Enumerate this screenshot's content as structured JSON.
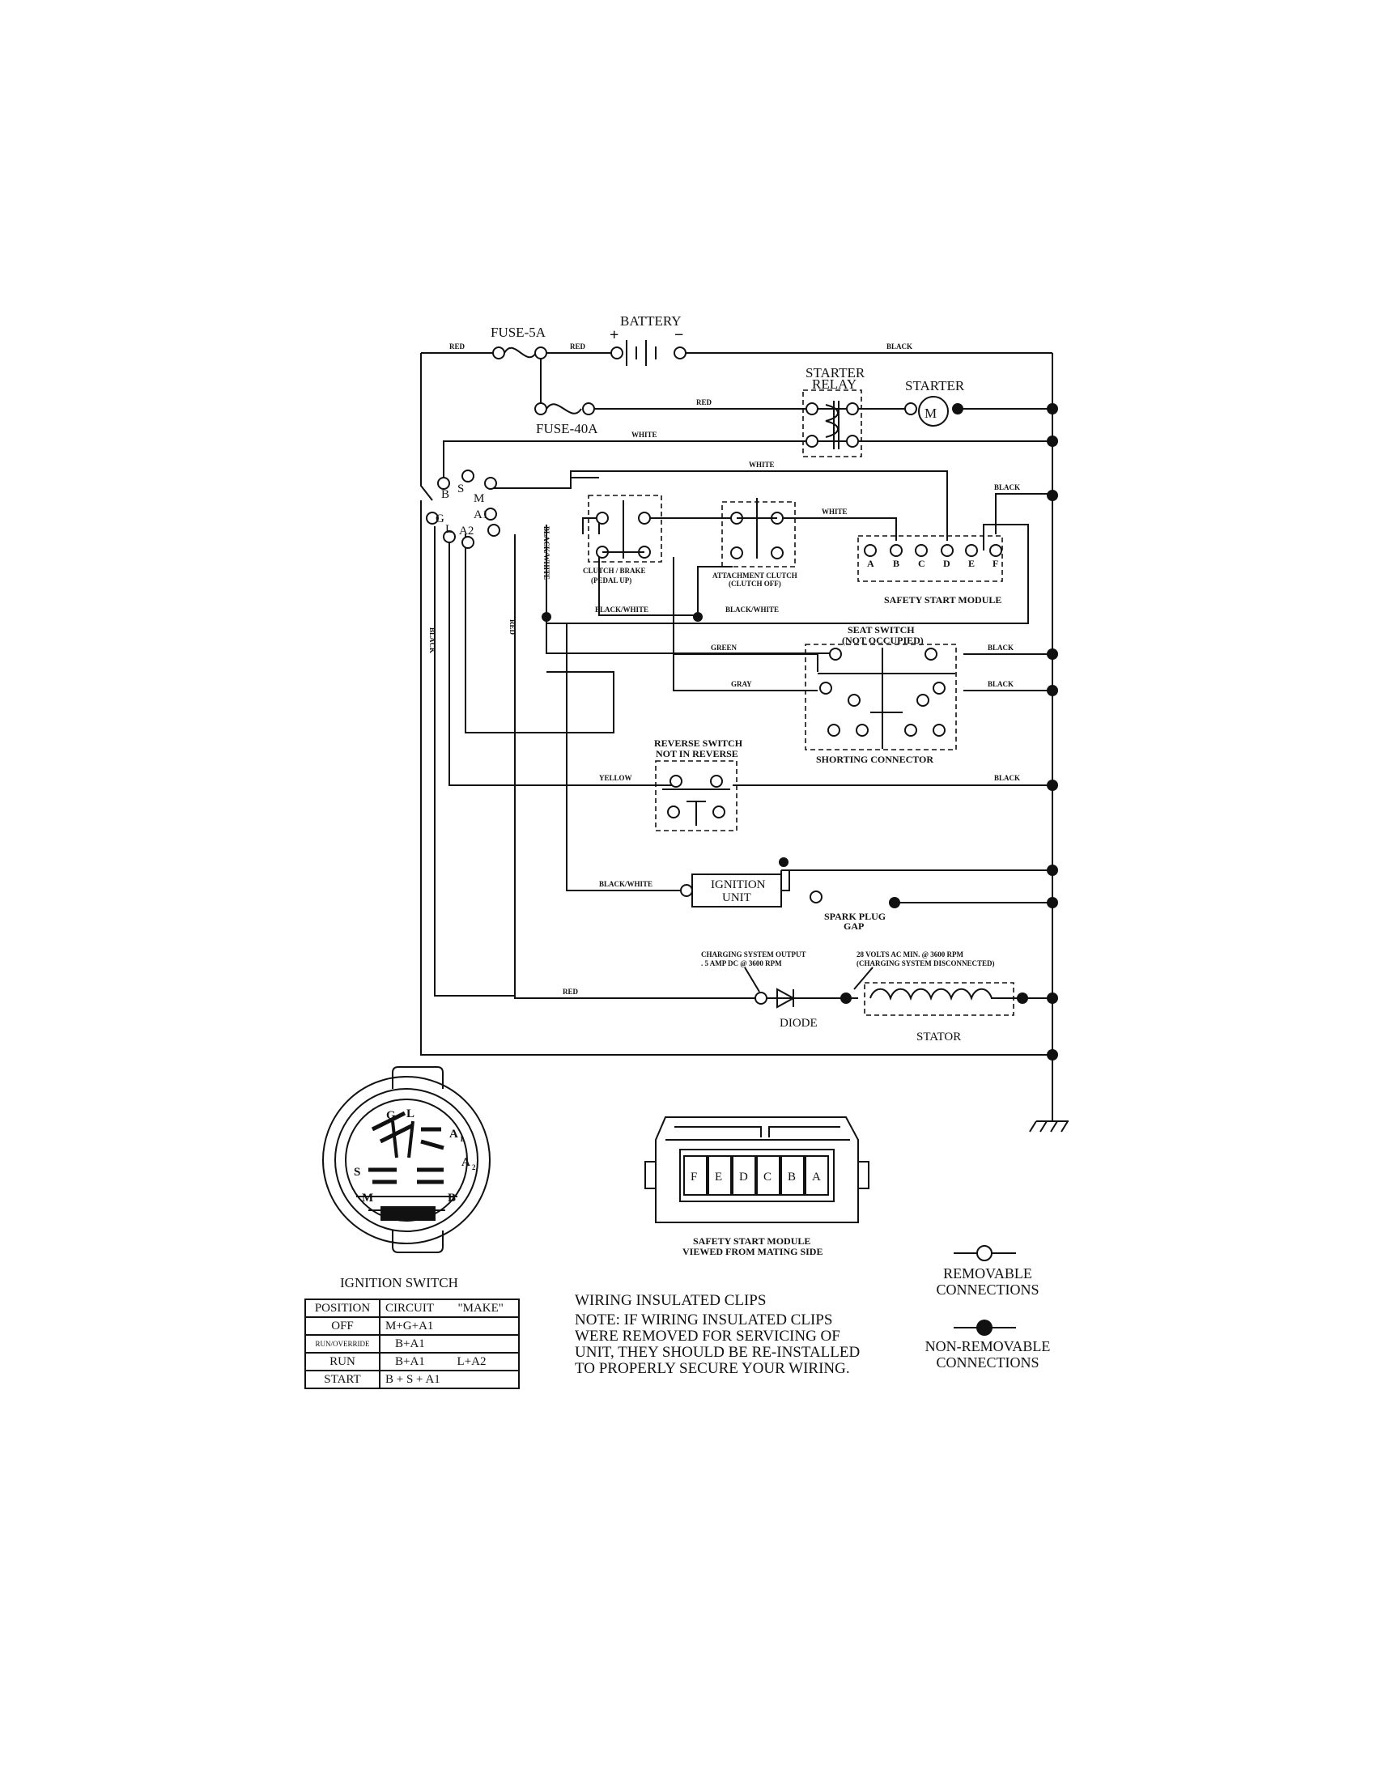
{
  "labels": {
    "fuse_5a": "FUSE-5A",
    "fuse_40a": "FUSE-40A",
    "battery": "BATTERY",
    "starter_relay_1": "STARTER",
    "starter_relay_2": "RELAY",
    "starter": "STARTER",
    "motor_m": "M",
    "clutch_brake_1": "CLUTCH / BRAKE",
    "clutch_brake_2": "(PEDAL UP)",
    "attachment_clutch_1": "ATTACHMENT CLUTCH",
    "attachment_clutch_2": "(CLUTCH OFF)",
    "safety_start_module": "SAFETY START MODULE",
    "seat_switch_1": "SEAT SWITCH",
    "seat_switch_2": "(NOT OCCUPIED)",
    "shorting_connector": "SHORTING CONNECTOR",
    "reverse_switch_1": "REVERSE SWITCH",
    "reverse_switch_2": "NOT IN REVERSE",
    "ignition_unit_1": "IGNITION",
    "ignition_unit_2": "UNIT",
    "spark_plug_1": "SPARK PLUG",
    "spark_plug_2": "GAP",
    "charging_output_1": "CHARGING SYSTEM OUTPUT",
    "charging_output_2": ". 5 AMP DC @ 3600 RPM",
    "volts_ac_1": "28 VOLTS AC MIN. @ 3600 RPM",
    "volts_ac_2": "(CHARGING SYSTEM DISCONNECTED)",
    "diode": "DIODE",
    "stator": "STATOR",
    "ssm_view_1": "SAFETY START MODULE",
    "ssm_view_2": "VIEWED FROM MATING SIDE",
    "ignition_switch": "IGNITION SWITCH"
  },
  "wire_colors": {
    "red": "RED",
    "black": "BLACK",
    "white": "WHITE",
    "black_white": "BLACK/WHITE",
    "green": "GREEN",
    "gray": "GRAY",
    "yellow": "YELLOW"
  },
  "switch_terminals": [
    "B",
    "S",
    "M",
    "G",
    "A1",
    "L",
    "A2"
  ],
  "module_terminals": [
    "A",
    "B",
    "C",
    "D",
    "E",
    "F"
  ],
  "connector_pins": [
    "F",
    "E",
    "D",
    "C",
    "B",
    "A"
  ],
  "switch_face_terminals": [
    "G",
    "L",
    "A",
    "1",
    "A",
    "2",
    "S",
    "M",
    "B"
  ],
  "ignition_table": {
    "headers": [
      "POSITION",
      "CIRCUIT",
      "\"MAKE\""
    ],
    "rows": [
      {
        "position": "OFF",
        "circuit": "M+G+A1",
        "extra": ""
      },
      {
        "position": "RUN/OVERRIDE",
        "circuit": "B+A1",
        "extra": ""
      },
      {
        "position": "RUN",
        "circuit": "B+A1",
        "extra": "L+A2"
      },
      {
        "position": "START",
        "circuit": "B + S + A1",
        "extra": ""
      }
    ]
  },
  "notes": {
    "line1": "WIRING INSULATED CLIPS",
    "line2": "NOTE:  IF WIRING INSULATED CLIPS",
    "line3": "WERE REMOVED FOR SERVICING OF",
    "line4": "UNIT, THEY SHOULD BE RE-INSTALLED",
    "line5": "TO PROPERLY SECURE YOUR WIRING."
  },
  "legend": {
    "removable_1": "REMOVABLE",
    "removable_2": "CONNECTIONS",
    "nonremovable_1": "NON-REMOVABLE",
    "nonremovable_2": "CONNECTIONS"
  },
  "polarity": {
    "plus": "+",
    "minus": "−"
  }
}
